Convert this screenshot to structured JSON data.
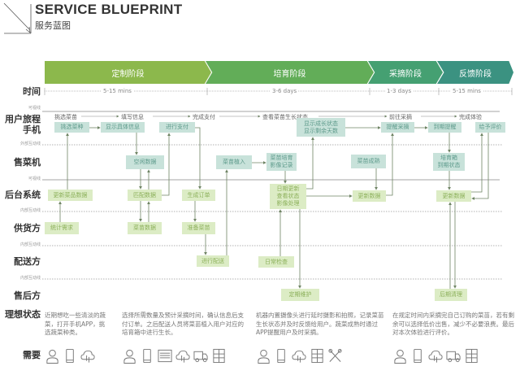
{
  "header": {
    "title": "SERVICE BLUEPRINT",
    "subtitle": "服务蓝图"
  },
  "stages": [
    "定制阶段",
    "培育阶段",
    "采摘阶段",
    "反馈阶段"
  ],
  "stage_colors": [
    "#8cb84c",
    "#62ad58",
    "#45a072",
    "#3b9281"
  ],
  "rows": {
    "time": "时间",
    "journey": "用户旅程",
    "phone": "手机",
    "vending": "售菜机",
    "backend": "后台系统",
    "supplier": "供货方",
    "delivery": "配送方",
    "aftersales": "售后方",
    "ideal": "理想状态",
    "needs": "需要"
  },
  "lines": {
    "visibility": "可视线",
    "external": "外部互动线",
    "internal": "内部互动线"
  },
  "times": [
    "5-15 mins",
    "3-6 days",
    "1-3 days",
    "5-15 mins"
  ],
  "journey": [
    "挑选菜苗",
    "填写信息",
    "完成支付",
    "查看菜苗生长状态",
    "前往采摘",
    "完成体验"
  ],
  "phone": [
    "挑选菜种",
    "显示具体信息",
    "进行支付",
    "显示成长状态\n显示剩余天数",
    "提醒采摘",
    "到期提醒",
    "给予评价"
  ],
  "vending": [
    "空闲数据",
    "菜苗植入",
    "菜苗培育\n影像记录",
    "菜苗成熟",
    "培育箱\n到期状态"
  ],
  "backend": [
    "更新菜品数据",
    "匹配数据",
    "生成订单",
    "日期更新\n查看状态\n影像处理",
    "更新数据",
    "更新数据"
  ],
  "supplier": [
    "统计需求",
    "菜苗数据",
    "准备菜苗"
  ],
  "delivery": [
    "进行配送",
    "日常检查"
  ],
  "aftersales": [
    "定期维护",
    "后期清理"
  ],
  "ideal": [
    "近期想吃一些清淡的蔬菜，打开手机APP，挑选蔬菜种类。",
    "选择所需数量及预计采摘时间，确认信息后支付订单。之后配送人员将菜苗植入用户对应的培育箱中进行生长。",
    "机器内置摄像头进行延时摄影和拍照，记录菜苗生长状态并及时反馈给用户。蔬菜成熟时通过APP提醒用户及时采摘。",
    "在规定时间内采摘完自己订购的菜苗，若有剩余可以选择低价出售，减少不必要浪费。最后对本次体验进行评价。"
  ],
  "needs": [
    [
      "person-icon",
      "phone-icon",
      "cloud-icon"
    ],
    [
      "person-icon",
      "phone-icon",
      "screen-icon",
      "cloud-icon",
      "truck-icon",
      "cabinet-icon"
    ],
    [
      "person-icon",
      "phone-icon",
      "cloud-icon",
      "cabinet-icon",
      "tools-icon"
    ],
    [
      "person-icon",
      "phone-icon",
      "cloud-icon",
      "truck-icon",
      "cabinet-icon"
    ]
  ]
}
